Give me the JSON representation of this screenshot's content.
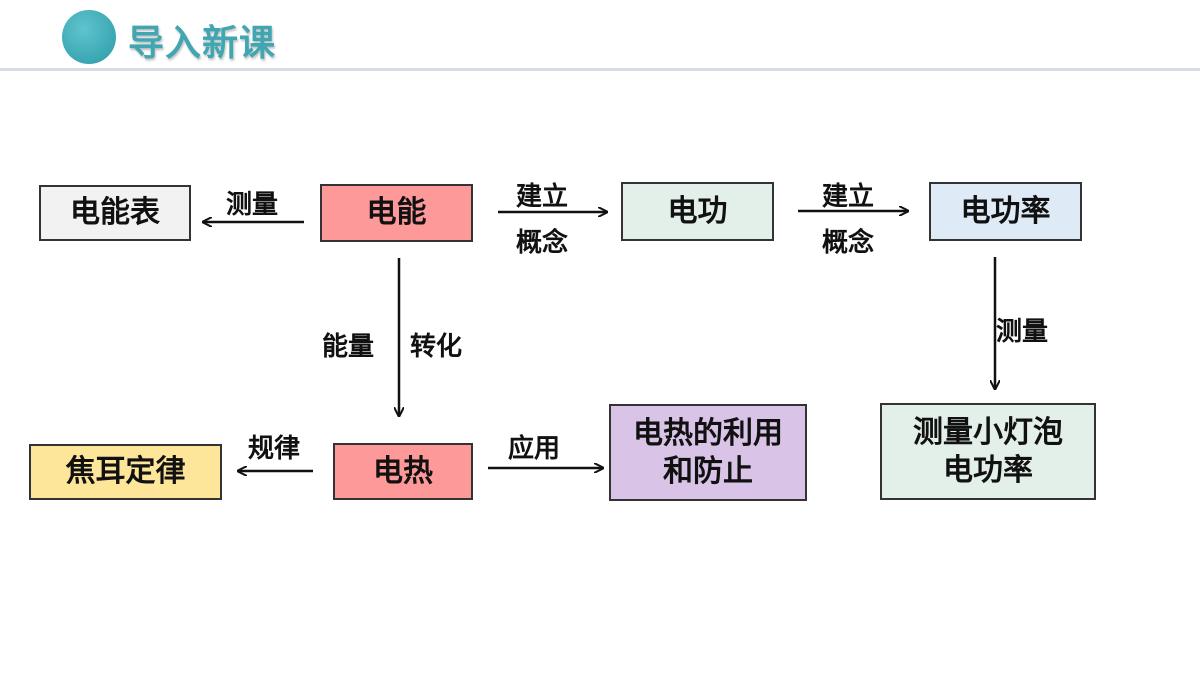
{
  "header": {
    "title": "导入新课"
  },
  "nodes": {
    "dianneng": {
      "label": "电能",
      "color": "#fe9999"
    },
    "diannengbiao": {
      "label": "电能表",
      "color": "#f2f2f2"
    },
    "diangong": {
      "label": "电功",
      "color": "#e2f0e9"
    },
    "diangonglv": {
      "label": "电功率",
      "color": "#deebf7"
    },
    "diange": {
      "label": "电热",
      "color": "#fe9999"
    },
    "jiaoer": {
      "label": "焦耳定律",
      "color": "#fde699"
    },
    "liyong": {
      "line1": "电热的利用",
      "line2": "和防止",
      "color": "#d9c3e6"
    },
    "celiang": {
      "line1": "测量小灯泡",
      "line2": "电功率",
      "color": "#e2f0e9"
    }
  },
  "labels": {
    "measure1": "测量",
    "build1_top": "建立",
    "build1_bottom": "概念",
    "build2_top": "建立",
    "build2_bottom": "概念",
    "measure2": "测量",
    "energy": "能量",
    "convert": "转化",
    "law": "规律",
    "apply": "应用"
  }
}
